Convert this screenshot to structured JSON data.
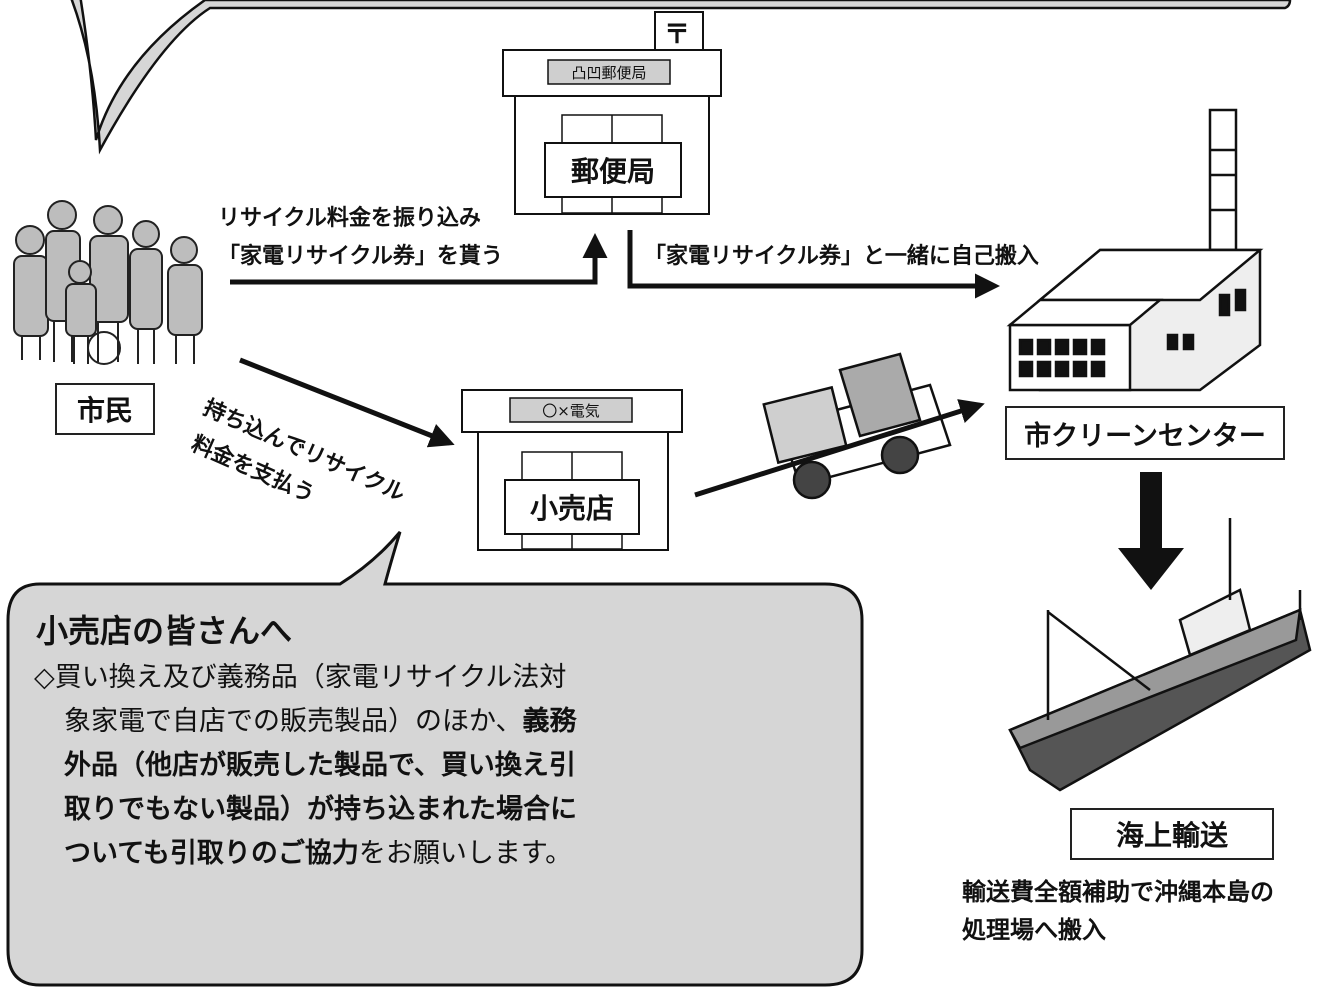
{
  "post_office": {
    "sign": "凸凹郵便局",
    "symbol": "〒",
    "label": "郵便局"
  },
  "citizen": {
    "label": "市民"
  },
  "store": {
    "sign": "〇×電気",
    "label": "小売店"
  },
  "clean_center": {
    "label": "市クリーンセンター"
  },
  "sea_transport": {
    "label": "海上輸送",
    "note_line1": "輸送費全額補助で沖縄本島の",
    "note_line2": "処理場へ搬入"
  },
  "flows": {
    "citizen_to_post_line1": "リサイクル料金を振り込み",
    "citizen_to_post_line2": "「家電リサイクル券」を貰う",
    "post_to_center": "「家電リサイクル券」と一緒に自己搬入",
    "citizen_to_store_line1": "持ち込んでリサイクル",
    "citizen_to_store_line2": "料金を支払う"
  },
  "notice": {
    "title": "小売店の皆さんへ",
    "l1": "◇買い換え及び義務品（家電リサイクル法対",
    "l2a": "象家電で自店での販売製品）のほか、",
    "l2b": "義務",
    "l3": "外品（他店が販売した製品で、買い換え引",
    "l4": "取りでもない製品）が持ち込まれた場合に",
    "l5a": "ついても引取りのご協力",
    "l5b": "をお願いします。"
  },
  "colors": {
    "bubble_fill": "#d6d6d6",
    "line": "#111111",
    "building_fill": "#eeeeee",
    "sign_fill": "#cfcfcf"
  }
}
